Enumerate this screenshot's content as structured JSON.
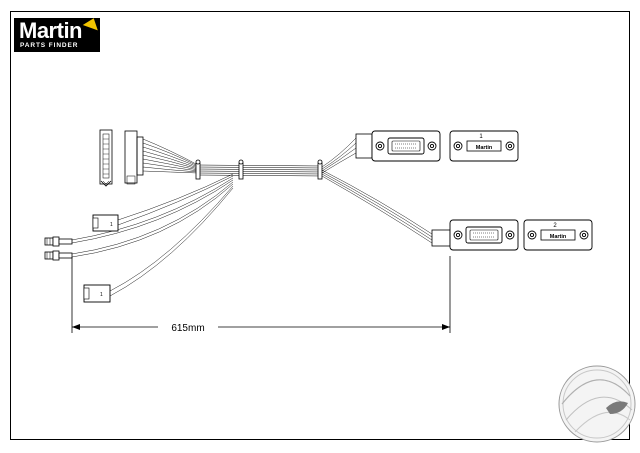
{
  "brand": {
    "name": "Martin",
    "subtitle": "PARTS FINDER",
    "flag_color": "#f2c400"
  },
  "drawing": {
    "dimension_label": "615mm",
    "connectors": [
      {
        "number": "1",
        "plate_label": "Martin"
      },
      {
        "number": "2",
        "plate_label": "Martin"
      }
    ],
    "small_plug_marks": [
      "1",
      "1"
    ]
  },
  "colors": {
    "line": "#000000",
    "frame": "#000000",
    "globe": "#8a8a8a"
  }
}
